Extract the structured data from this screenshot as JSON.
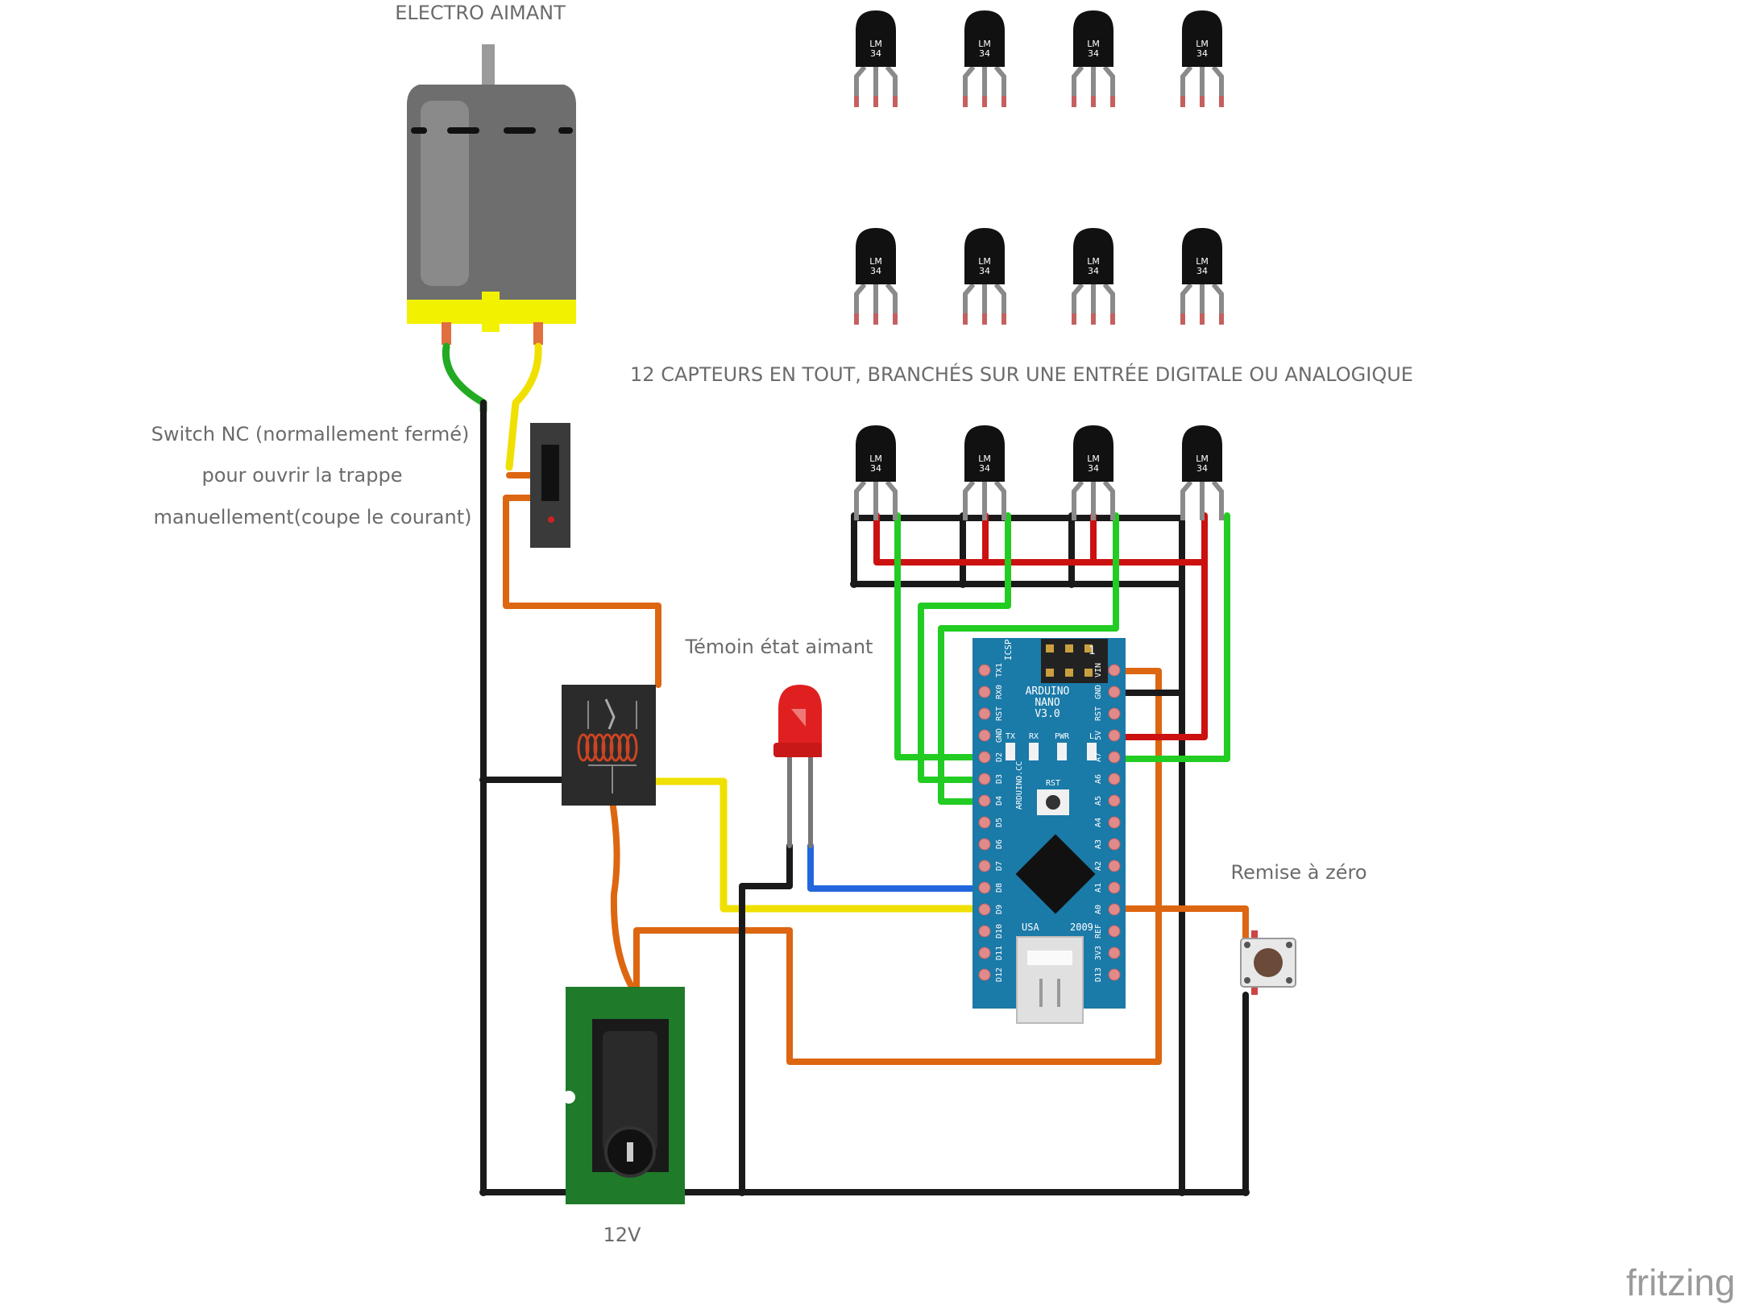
{
  "labels": {
    "electro_aimant": "ELECTRO AIMANT",
    "sensors_caption": "12 CAPTEURS EN TOUT, BRANCHÉS SUR UNE ENTRÉE DIGITALE OU ANALOGIQUE",
    "switch_line1": "Switch NC (normallement fermé)",
    "switch_line2": "pour ouvrir la trappe",
    "switch_line3": "manuellement(coupe le courant)",
    "temoin": "Témoin état aimant",
    "remise": "Remise à zéro",
    "power": "12V",
    "brand": "fritzing"
  },
  "sensor": {
    "line1": "LM",
    "line2": "34"
  },
  "arduino": {
    "title1": "ARDUINO",
    "title2": "NANO",
    "title3": "V3.0",
    "icsp": "ICSP",
    "brand": "ARDUINO.CC",
    "usa": "USA",
    "year": "2009",
    "rst": "RST",
    "pin_one": "1",
    "leds": [
      "TX",
      "RX",
      "PWR",
      "L"
    ],
    "left_pins": [
      "TX1",
      "RX0",
      "RST",
      "GND",
      "D2",
      "D3",
      "D4",
      "D5",
      "D6",
      "D7",
      "D8",
      "D9",
      "D10",
      "D11",
      "D12"
    ],
    "right_pins": [
      "VIN",
      "GND",
      "RST",
      "5V",
      "A7",
      "A6",
      "A5",
      "A4",
      "A3",
      "A2",
      "A1",
      "A0",
      "REF",
      "3V3",
      "D13"
    ]
  },
  "colors": {
    "wire_black": "#1a1a1a",
    "wire_red": "#cc1111",
    "wire_green": "#22cc22",
    "wire_orange": "#dd6611",
    "wire_yellow": "#f0e000",
    "wire_blue": "#2266dd",
    "nano_board": "#1a7aa8",
    "led_red": "#e02020"
  }
}
